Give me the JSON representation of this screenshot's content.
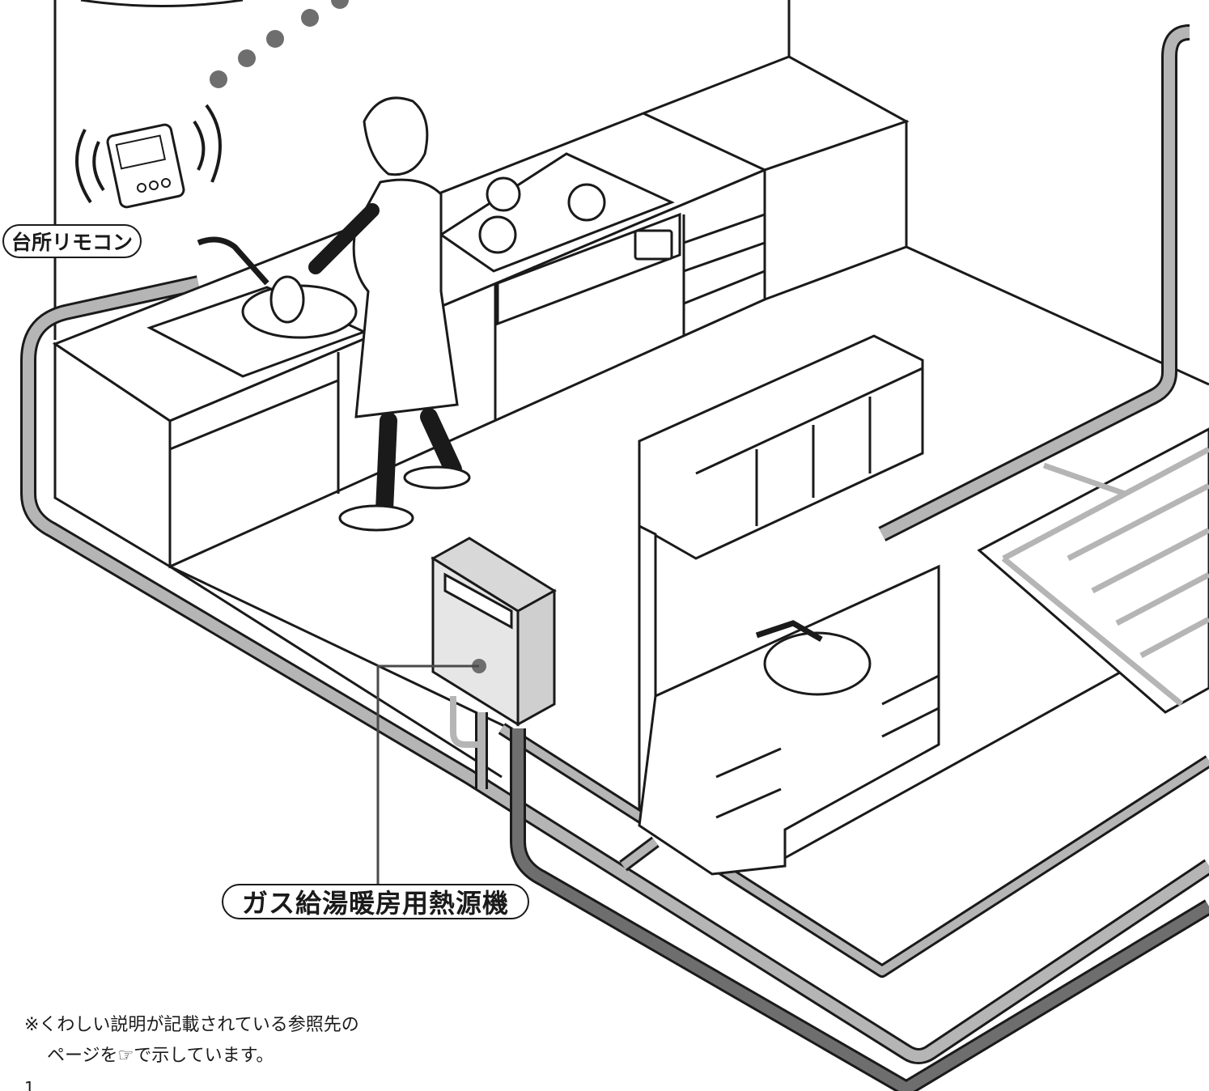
{
  "labels": {
    "kitchen_remote": "台所リモコン",
    "heat_source": "ガス給湯暖房用熱源機"
  },
  "footnote": {
    "line1": "※くわしい説明が記載されている参照先の",
    "line2_prefix": "ページを",
    "line2_symbol": "☞",
    "line2_suffix": "で示しています。"
  },
  "page_number": "1",
  "colors": {
    "line": "#1a1a1a",
    "pipe_light": "#b5b5b5",
    "pipe_dark": "#6e6e6e",
    "unit_fill": "#e6e6e6",
    "floor": "#ffffff"
  }
}
